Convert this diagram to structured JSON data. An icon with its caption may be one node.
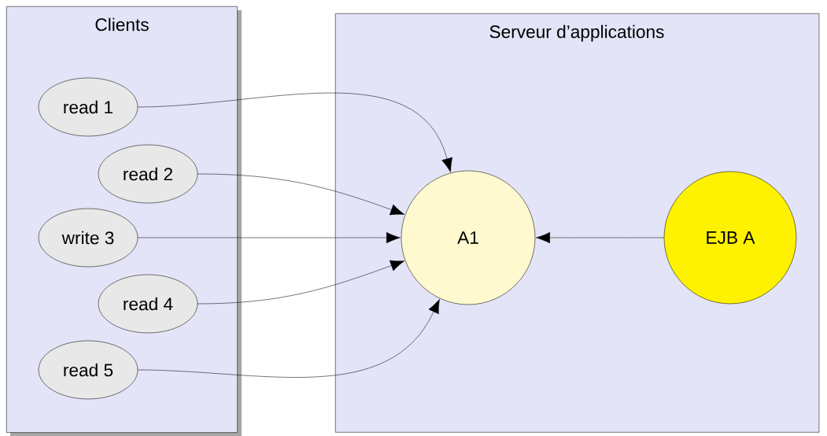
{
  "diagram": {
    "nodes": [
      {
        "text": [
          "Clients"
        ]
      },
      {
        "text": [
          "Serveur d’applications"
        ]
      },
      {
        "text": [
          "read 1"
        ],
        "in": 0
      },
      {
        "text": [
          "read 2"
        ],
        "in": 0
      },
      {
        "text": [
          "write 3"
        ],
        "in": 0
      },
      {
        "text": [
          "read 4"
        ],
        "in": 0
      },
      {
        "text": [
          "read 5"
        ],
        "in": 0
      },
      {
        "text": [
          "A1"
        ],
        "in": 1
      },
      {
        "text": [
          "EJB A"
        ],
        "in": 1
      }
    ],
    "edges": [
      {
        "from": 2,
        "to": 7,
        "arrow": "to"
      },
      {
        "from": 3,
        "to": 7,
        "arrow": "to"
      },
      {
        "from": 4,
        "to": 7,
        "arrow": "to"
      },
      {
        "from": 5,
        "to": 7,
        "arrow": "to"
      },
      {
        "from": 6,
        "to": 7,
        "arrow": "to"
      },
      {
        "from": 8,
        "to": 7,
        "arrow": "to"
      }
    ]
  }
}
